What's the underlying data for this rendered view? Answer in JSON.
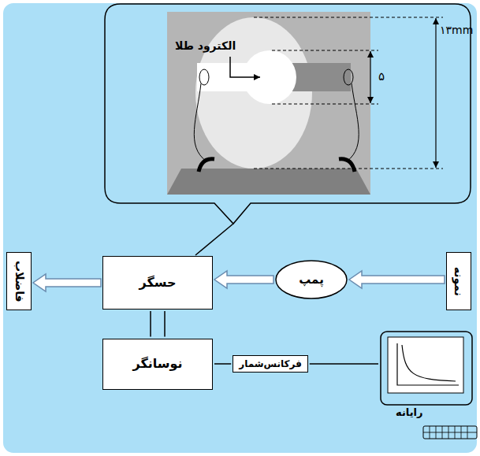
{
  "diagram": {
    "nodes": [
      {
        "text": [
          "نمونه"
        ]
      },
      {
        "text": [
          "پمپ"
        ]
      },
      {
        "text": [
          "حسگر"
        ]
      },
      {
        "text": [
          "فاضلاب"
        ]
      },
      {
        "text": [
          "نوسانگر"
        ]
      },
      {
        "text": [
          "فرکانس‌شمار"
        ]
      },
      {
        "text": [
          "رایانه"
        ]
      }
    ],
    "edges": [
      {
        "from": 0,
        "to": 1,
        "arrow": "to"
      },
      {
        "from": 1,
        "to": 2,
        "arrow": "to"
      },
      {
        "from": 2,
        "to": 3,
        "arrow": "to"
      },
      {
        "from": 2,
        "to": 4,
        "arrow": "none"
      },
      {
        "from": 4,
        "to": 5,
        "arrow": "none"
      },
      {
        "from": 5,
        "to": 6,
        "arrow": "none"
      }
    ],
    "labels": [
      "الکترود طلا",
      "۵",
      "۱۳mm"
    ]
  }
}
